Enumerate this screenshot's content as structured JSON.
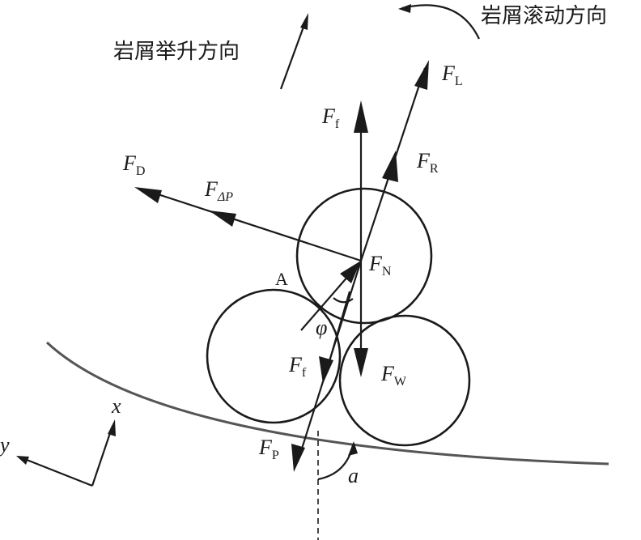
{
  "direction_labels": {
    "lift": "岩屑举升方向",
    "roll": "岩屑滚动方向"
  },
  "forces": {
    "lift": {
      "symbol": "F",
      "sub": "L"
    },
    "friction_up": {
      "symbol": "F",
      "sub": "f"
    },
    "resultant": {
      "symbol": "F",
      "sub": "R"
    },
    "drag": {
      "symbol": "F",
      "sub": "D"
    },
    "pressure_diff": {
      "symbol": "F",
      "sub": "ΔP"
    },
    "normal": {
      "symbol": "F",
      "sub": "N"
    },
    "friction_down": {
      "symbol": "F",
      "sub": "f"
    },
    "weight": {
      "symbol": "F",
      "sub": "W"
    },
    "pressure": {
      "symbol": "F",
      "sub": "P"
    }
  },
  "point_label": "A",
  "angles": {
    "phi": "φ",
    "alpha": "a"
  },
  "axes": {
    "x": "x",
    "y": "y"
  }
}
